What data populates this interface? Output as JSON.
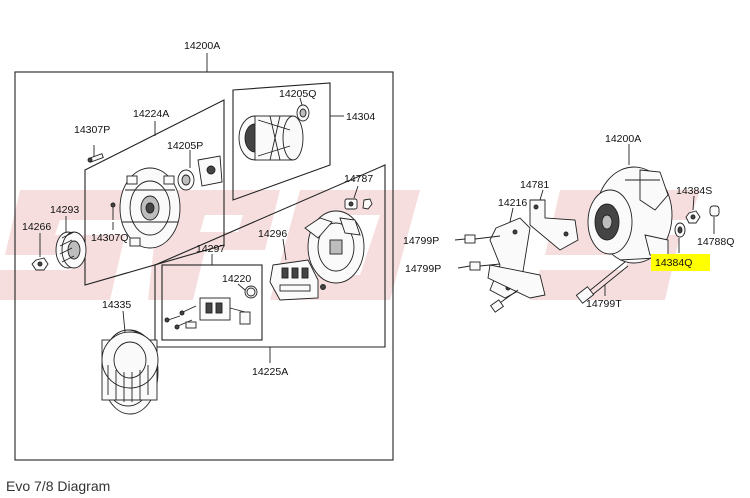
{
  "labels": {
    "p14200A_left": "14200A",
    "p14224A": "14224A",
    "p14307P": "14307P",
    "p14205P": "14205P",
    "p14293": "14293",
    "p14266": "14266",
    "p14307Q": "14307Q",
    "p14205Q": "14205Q",
    "p14304": "14304",
    "p14787": "14787",
    "p14296": "14296",
    "p14297": "14297",
    "p14220": "14220",
    "p14335": "14335",
    "p14225A": "14225A",
    "p14200A_right": "14200A",
    "p14781": "14781",
    "p14216": "14216",
    "p14799P_1": "14799P",
    "p14799P_2": "14799P",
    "p14384S": "14384S",
    "p14788Q": "14788Q",
    "p14384Q": "14384Q",
    "p14799T": "14799T"
  },
  "highlight": {
    "part": "14384Q",
    "color": "#ffff00"
  },
  "caption": "Evo 7/8 Diagram"
}
